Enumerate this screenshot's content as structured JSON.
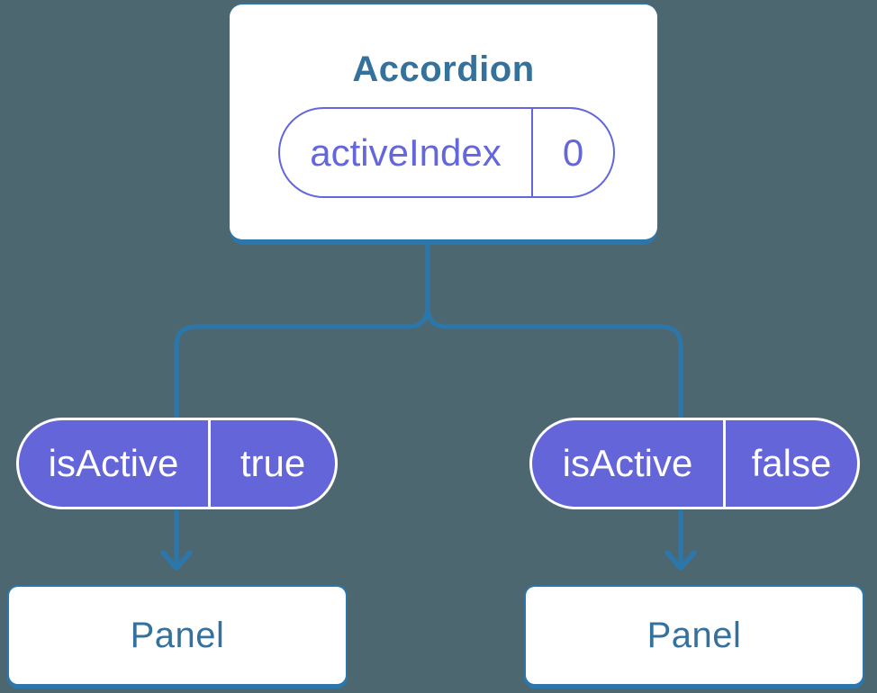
{
  "diagram": {
    "description": "Component tree diagram: Accordion with state passing isActive props to two Panels",
    "root": {
      "title": "Accordion",
      "state": {
        "name": "activeIndex",
        "value": "0"
      }
    },
    "children": [
      {
        "prop": {
          "name": "isActive",
          "value": "true"
        },
        "node": {
          "title": "Panel"
        }
      },
      {
        "prop": {
          "name": "isActive",
          "value": "false"
        },
        "node": {
          "title": "Panel"
        }
      }
    ]
  },
  "colors": {
    "background": "#4d6770",
    "connector_blue": "#2b77ab",
    "label_blue": "#35719d",
    "pill_purple": "#6365d9",
    "pill_purple_border": "#6467dc",
    "card_white": "#ffffff"
  }
}
